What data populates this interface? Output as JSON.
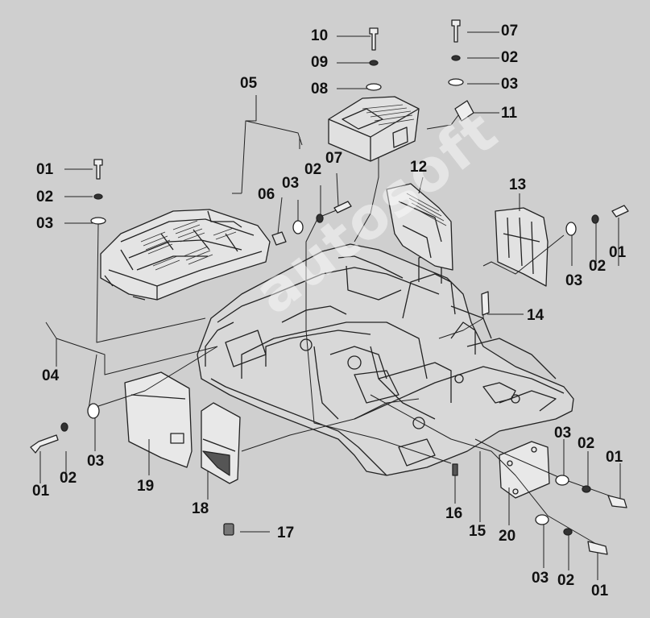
{
  "watermark": "autosoft",
  "callouts": [
    {
      "id": "c10",
      "text": "10"
    },
    {
      "id": "c09",
      "text": "09"
    },
    {
      "id": "c08",
      "text": "08"
    },
    {
      "id": "c07a",
      "text": "07"
    },
    {
      "id": "c02a",
      "text": "02"
    },
    {
      "id": "c03a",
      "text": "03"
    },
    {
      "id": "c11",
      "text": "11"
    },
    {
      "id": "c05",
      "text": "05"
    },
    {
      "id": "c01a",
      "text": "01"
    },
    {
      "id": "c02b",
      "text": "02"
    },
    {
      "id": "c03b",
      "text": "03"
    },
    {
      "id": "c06",
      "text": "06"
    },
    {
      "id": "c03c",
      "text": "03"
    },
    {
      "id": "c02c",
      "text": "02"
    },
    {
      "id": "c07b",
      "text": "07"
    },
    {
      "id": "c12",
      "text": "12"
    },
    {
      "id": "c13",
      "text": "13"
    },
    {
      "id": "c03d",
      "text": "03"
    },
    {
      "id": "c02d",
      "text": "02"
    },
    {
      "id": "c01b",
      "text": "01"
    },
    {
      "id": "c14",
      "text": "14"
    },
    {
      "id": "c04",
      "text": "04"
    },
    {
      "id": "c01c",
      "text": "01"
    },
    {
      "id": "c02e",
      "text": "02"
    },
    {
      "id": "c03e",
      "text": "03"
    },
    {
      "id": "c19",
      "text": "19"
    },
    {
      "id": "c18",
      "text": "18"
    },
    {
      "id": "c17",
      "text": "17"
    },
    {
      "id": "c16",
      "text": "16"
    },
    {
      "id": "c15",
      "text": "15"
    },
    {
      "id": "c20",
      "text": "20"
    },
    {
      "id": "c03f",
      "text": "03"
    },
    {
      "id": "c02f",
      "text": "02"
    },
    {
      "id": "c01d",
      "text": "01"
    },
    {
      "id": "c03g",
      "text": "03"
    },
    {
      "id": "c02g",
      "text": "02"
    },
    {
      "id": "c01e",
      "text": "01"
    }
  ]
}
